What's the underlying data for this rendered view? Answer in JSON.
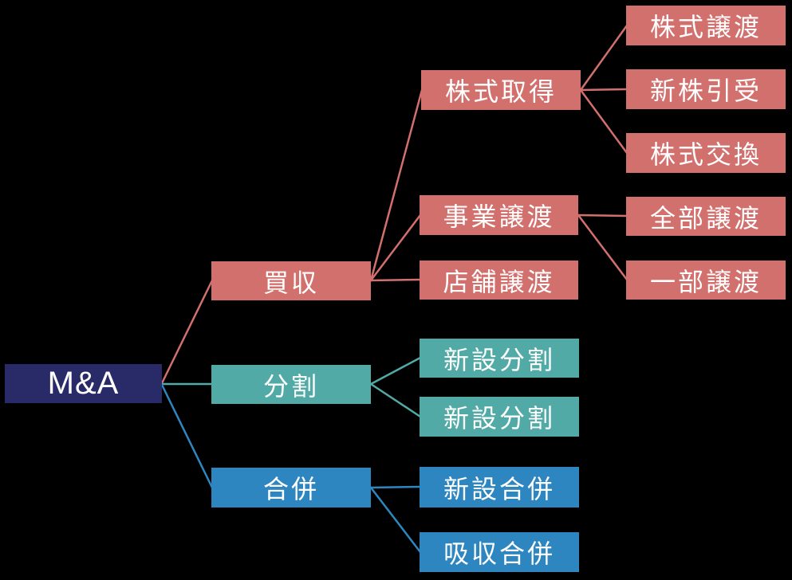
{
  "diagram": {
    "type": "tree",
    "description": "M&A classification tree diagram",
    "colors": {
      "background": "#000000",
      "root": "#292b68",
      "acquisition": "#d2706d",
      "split": "#51aaa5",
      "merger": "#2d86bf",
      "label_text": "#ffffff"
    },
    "nodes": {
      "ma": {
        "label": "M&A"
      },
      "baishu": {
        "label": "買収"
      },
      "bunkatsu": {
        "label": "分割"
      },
      "gappei": {
        "label": "合併"
      },
      "kabushiki_shutoku": {
        "label": "株式取得"
      },
      "jigyo_joto": {
        "label": "事業譲渡"
      },
      "tenpo_joto": {
        "label": "店舗譲渡"
      },
      "shinsetsu_bunkatsu_1": {
        "label": "新設分割"
      },
      "shinsetsu_bunkatsu_2": {
        "label": "新設分割"
      },
      "shinsetsu_gappei": {
        "label": "新設合併"
      },
      "kyushu_gappei": {
        "label": "吸収合併"
      },
      "kabushiki_joto": {
        "label": "株式譲渡"
      },
      "shinkabu_hikiuke": {
        "label": "新株引受"
      },
      "kabushiki_kokan": {
        "label": "株式交換"
      },
      "zenbu_joto": {
        "label": "全部譲渡"
      },
      "ichibu_joto": {
        "label": "一部譲渡"
      }
    },
    "edges": [
      {
        "from": "M&A",
        "to": "買収",
        "color": "#d2706d"
      },
      {
        "from": "M&A",
        "to": "分割",
        "color": "#51aaa5"
      },
      {
        "from": "M&A",
        "to": "合併",
        "color": "#2d86bf"
      },
      {
        "from": "買収",
        "to": "株式取得",
        "color": "#d2706d"
      },
      {
        "from": "買収",
        "to": "事業譲渡",
        "color": "#d2706d"
      },
      {
        "from": "買収",
        "to": "店舗譲渡",
        "color": "#d2706d"
      },
      {
        "from": "株式取得",
        "to": "株式譲渡",
        "color": "#d2706d"
      },
      {
        "from": "株式取得",
        "to": "新株引受",
        "color": "#d2706d"
      },
      {
        "from": "株式取得",
        "to": "株式交換",
        "color": "#d2706d"
      },
      {
        "from": "事業譲渡",
        "to": "全部譲渡",
        "color": "#d2706d"
      },
      {
        "from": "事業譲渡",
        "to": "一部譲渡",
        "color": "#d2706d"
      },
      {
        "from": "分割",
        "to": "新設分割",
        "color": "#51aaa5"
      },
      {
        "from": "分割",
        "to": "新設分割",
        "color": "#51aaa5"
      },
      {
        "from": "合併",
        "to": "新設合併",
        "color": "#2d86bf"
      },
      {
        "from": "合併",
        "to": "吸収合併",
        "color": "#2d86bf"
      }
    ]
  }
}
